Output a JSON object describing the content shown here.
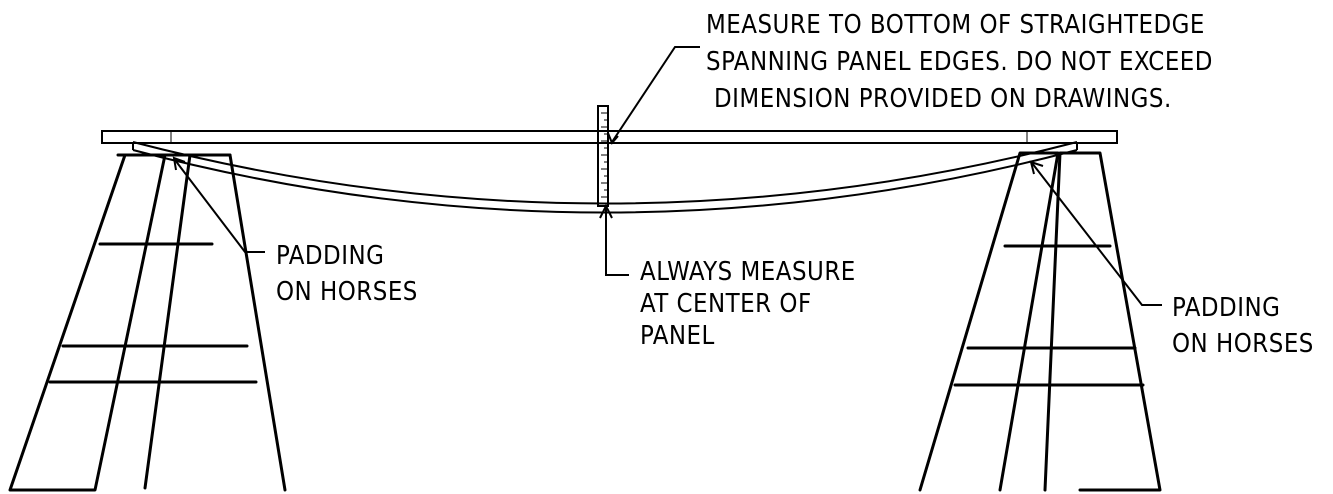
{
  "notes": {
    "top": [
      "MEASURE TO BOTTOM OF STRAIGHTEDGE",
      "SPANNING PANEL EDGES. DO NOT EXCEED",
      "DIMENSION PROVIDED ON DRAWINGS."
    ],
    "left_padding": [
      "PADDING",
      "ON HORSES"
    ],
    "center": [
      "ALWAYS MEASURE",
      "AT CENTER OF",
      "PANEL"
    ],
    "right_padding": [
      "PADDING",
      "ON HORSES"
    ]
  }
}
